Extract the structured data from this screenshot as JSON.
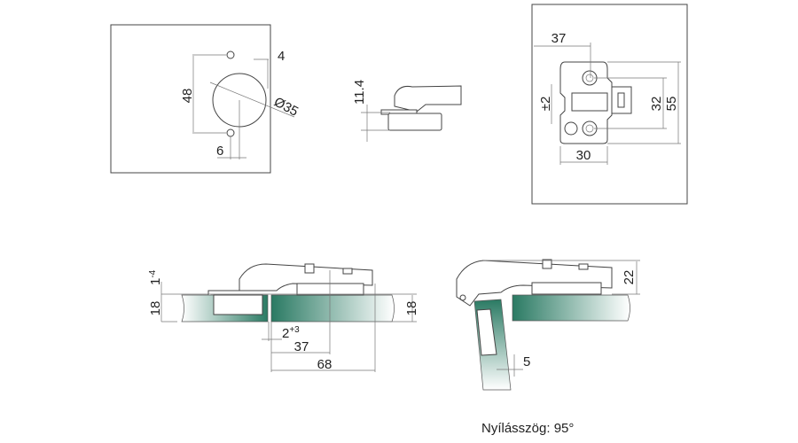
{
  "drawing": {
    "cup_drilling": {
      "dim_hole_spacing": "48",
      "dim_edge": "4",
      "dim_diameter": "Ø35",
      "dim_offset": "6"
    },
    "cup_depth": {
      "dim_depth": "11.4"
    },
    "mounting_plate": {
      "dim_37": "37",
      "dim_55": "55",
      "dim_32": "32",
      "dim_adjust": "±2",
      "dim_30": "30"
    },
    "closed_view": {
      "dim_overlay": "1",
      "dim_overlay_sup": "-4",
      "dim_left_thickness": "18",
      "dim_right_thickness": "18",
      "dim_gap": "2",
      "dim_gap_sup": "+3",
      "dim_37": "37",
      "dim_68": "68"
    },
    "open_view": {
      "dim_22": "22",
      "dim_5": "5"
    },
    "caption": "Nyílásszög: 95°"
  },
  "colors": {
    "panel_green": "#2a7a63",
    "line": "#444444"
  }
}
